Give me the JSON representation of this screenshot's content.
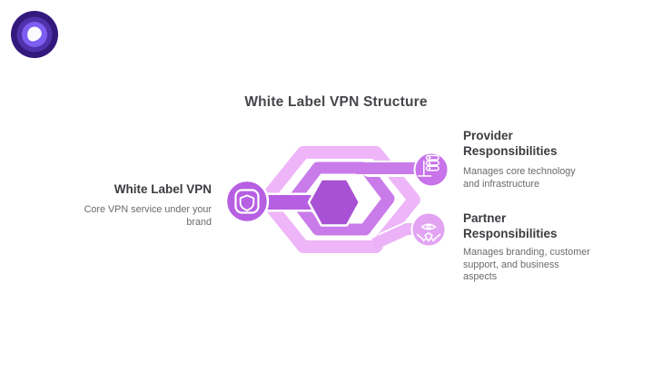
{
  "title": "White Label VPN Structure",
  "diagram": {
    "nodes": [
      {
        "title": "White Label VPN",
        "description": "Core VPN service under your brand",
        "icon": "shield-icon",
        "position": "left",
        "color": "#b65fe2"
      },
      {
        "title": "Provider Responsibilities",
        "description": "Manages core technology and infrastructure",
        "icon": "server-stack-icon",
        "position": "top-right",
        "color": "#c873ea"
      },
      {
        "title": "Partner Responsibilities",
        "description": "Manages branding, customer support, and business aspects",
        "icon": "handshake-eye-icon",
        "position": "bottom-right",
        "color": "#e2a4f2"
      }
    ],
    "colors": {
      "outer_ring": "#eeb5f8",
      "middle_ring": "#c97bea",
      "inner_hexagon": "#a851d4",
      "left_arm": "#b65fe2",
      "partner_arm": "#ecb2f7",
      "casing": "#ffffff"
    },
    "logo_colors": {
      "outer": "#33197b",
      "mid": "#5031ab",
      "inner": "#7d5ef2",
      "mark": "#fbfaff"
    }
  }
}
